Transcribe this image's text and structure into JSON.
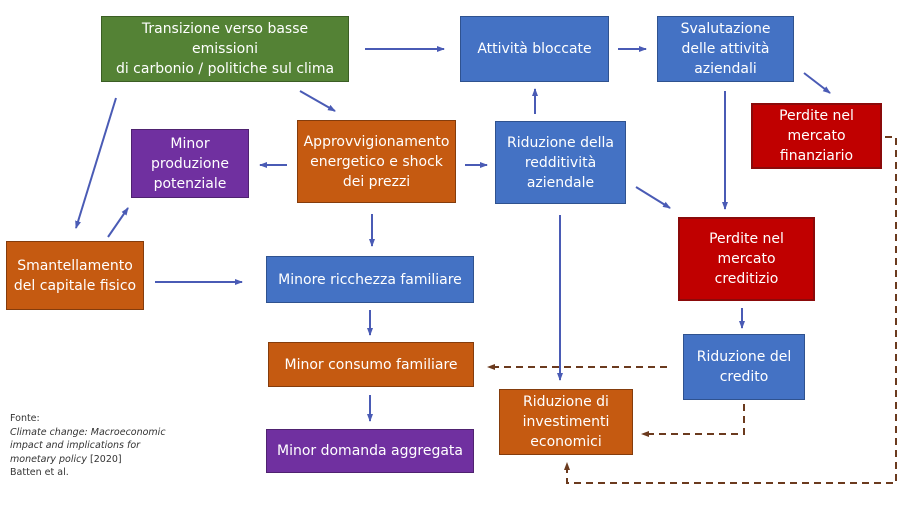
{
  "colors": {
    "green": "#548235",
    "blue": "#4472c4",
    "orange": "#c55a11",
    "purple": "#7030a0",
    "red": "#c00000",
    "arrow_solid": "#4a5bb5",
    "arrow_dashed": "#6b3a1e"
  },
  "nodes": {
    "transition": "Transizione verso basse emissioni\ndi carbonio / politiche sul clima",
    "stranded_assets": "Attività bloccate",
    "asset_devaluation": "Svalutazione\ndelle attività\naziendali",
    "financial_losses": "Perdite nel\nmercato\nfinanziario",
    "lower_potential_output": "Minor\nproduzione\npotenziale",
    "energy_supply_shock": "Approvvigionamento\nenergetico e shock\ndei prezzi",
    "lower_profitability": "Riduzione della\nredditività\naziendale",
    "credit_losses": "Perdite nel\nmercato\ncreditizio",
    "capital_dismantling": "Smantellamento\ndel capitale fisico",
    "lower_household_wealth": "Minore ricchezza familiare",
    "lower_household_consumption": "Minor consumo familiare",
    "credit_reduction": "Riduzione del\ncredito",
    "investment_reduction": "Riduzione di\ninvestimenti\neconomici",
    "lower_aggregate_demand": "Minor domanda aggregata"
  },
  "source": {
    "label": "Fonte:",
    "title_line1": "Climate change: Macroeconomic",
    "title_line2": "impact and implications for",
    "title_line3": "monetary policy",
    "year": " [2020]",
    "authors": "Batten et al."
  },
  "edges": [
    {
      "from": "transition",
      "to": "stranded_assets",
      "style": "solid"
    },
    {
      "from": "transition",
      "to": "energy_supply_shock",
      "style": "solid"
    },
    {
      "from": "transition",
      "to": "capital_dismantling",
      "style": "solid"
    },
    {
      "from": "stranded_assets",
      "to": "asset_devaluation",
      "style": "solid"
    },
    {
      "from": "asset_devaluation",
      "to": "financial_losses",
      "style": "solid"
    },
    {
      "from": "asset_devaluation",
      "to": "credit_losses",
      "style": "solid"
    },
    {
      "from": "energy_supply_shock",
      "to": "lower_potential_output",
      "style": "solid"
    },
    {
      "from": "energy_supply_shock",
      "to": "lower_profitability",
      "style": "solid"
    },
    {
      "from": "energy_supply_shock",
      "to": "lower_household_wealth",
      "style": "solid"
    },
    {
      "from": "capital_dismantling",
      "to": "lower_potential_output",
      "style": "solid"
    },
    {
      "from": "capital_dismantling",
      "to": "lower_household_wealth",
      "style": "solid"
    },
    {
      "from": "lower_profitability",
      "to": "stranded_assets",
      "style": "solid"
    },
    {
      "from": "lower_profitability",
      "to": "credit_losses",
      "style": "solid"
    },
    {
      "from": "lower_profitability",
      "to": "investment_reduction",
      "style": "solid"
    },
    {
      "from": "credit_losses",
      "to": "credit_reduction",
      "style": "solid"
    },
    {
      "from": "lower_household_wealth",
      "to": "lower_household_consumption",
      "style": "solid"
    },
    {
      "from": "lower_household_consumption",
      "to": "lower_aggregate_demand",
      "style": "solid"
    },
    {
      "from": "credit_reduction",
      "to": "lower_household_consumption",
      "style": "dashed"
    },
    {
      "from": "credit_reduction",
      "to": "investment_reduction",
      "style": "dashed"
    },
    {
      "from": "financial_losses",
      "to": "investment_reduction",
      "style": "dashed"
    }
  ]
}
